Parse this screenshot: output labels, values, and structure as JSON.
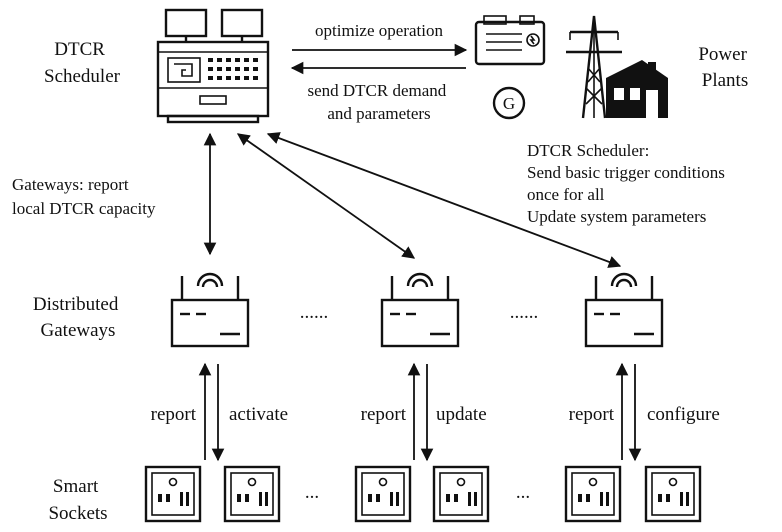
{
  "labels": {
    "scheduler": [
      "DTCR",
      "Scheduler"
    ],
    "power_plants": [
      "Power",
      "Plants"
    ],
    "gateways_report": [
      "Gateways: report",
      "local DTCR capacity"
    ],
    "distributed_gateways": [
      "Distributed",
      "Gateways"
    ],
    "smart_sockets": [
      "Smart",
      "Sockets"
    ],
    "scheduler_note": [
      "DTCR Scheduler:",
      "Send basic trigger conditions",
      "once for all",
      "Update system parameters"
    ]
  },
  "arrows": {
    "optimize": "optimize operation",
    "send_demand": [
      "send DTCR demand",
      "and parameters"
    ]
  },
  "links": [
    {
      "up": "report",
      "down": "activate"
    },
    {
      "up": "report",
      "down": "update"
    },
    {
      "up": "report",
      "down": "configure"
    }
  ],
  "ellipsis_gateways": "......",
  "ellipsis_sockets": "...",
  "generator_symbol": "G",
  "icons": [
    "computer-scheduler-icon",
    "generator-icon",
    "transmission-tower-icon",
    "factory-icon",
    "router-icon",
    "socket-icon"
  ]
}
